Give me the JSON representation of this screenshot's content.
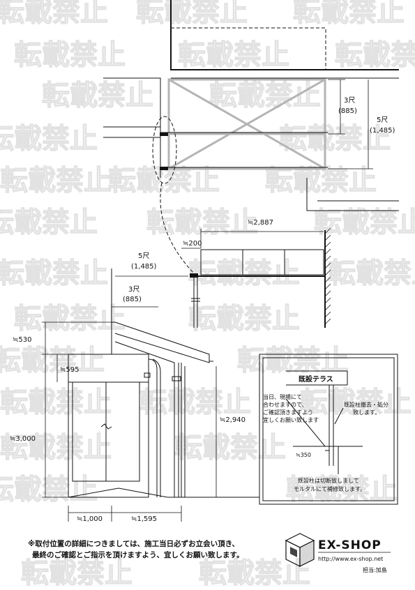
{
  "watermark": "転載禁止",
  "dimensions": {
    "plan_3shaku": "3尺",
    "plan_885": "(885)",
    "plan_5shaku": "5尺",
    "plan_1485": "(1,485)",
    "side_2887": "≒2,887",
    "side_200": "≒200",
    "side_5shaku": "5尺",
    "side_1485": "(1,485)",
    "side_3shaku": "3尺",
    "side_885": "(885)",
    "elev_530": "≒530",
    "elev_595": "≒595",
    "elev_3000": "≒3,000",
    "elev_2940": "≒2,940",
    "elev_1000": "≒1,000",
    "elev_1595": "≒1,595"
  },
  "detail": {
    "title": "既設テラス",
    "note_left": [
      "当日、現場にて",
      "合わせますので、",
      "ご確認頂きますよう",
      "宜しくお願い致します"
    ],
    "note_right": [
      "既設柱撤去・処分",
      "致します。"
    ],
    "dim_350": "≒350",
    "note_bottom": [
      "既設柱は切断致しまして",
      "モルタルにて補修致します。"
    ]
  },
  "footer": {
    "line1": "※取付位置の詳細につきましては、施工当日必ずお立会い頂き、",
    "line2": "最終のご確認とご指示を頂けますよう、宜しくお願い致します。"
  },
  "brand": {
    "logo_name": "EX-SHOP",
    "url": "http://www.ex-shop.net",
    "staff": "担当:加島",
    "logo_icon": "ex-cube-icon"
  }
}
